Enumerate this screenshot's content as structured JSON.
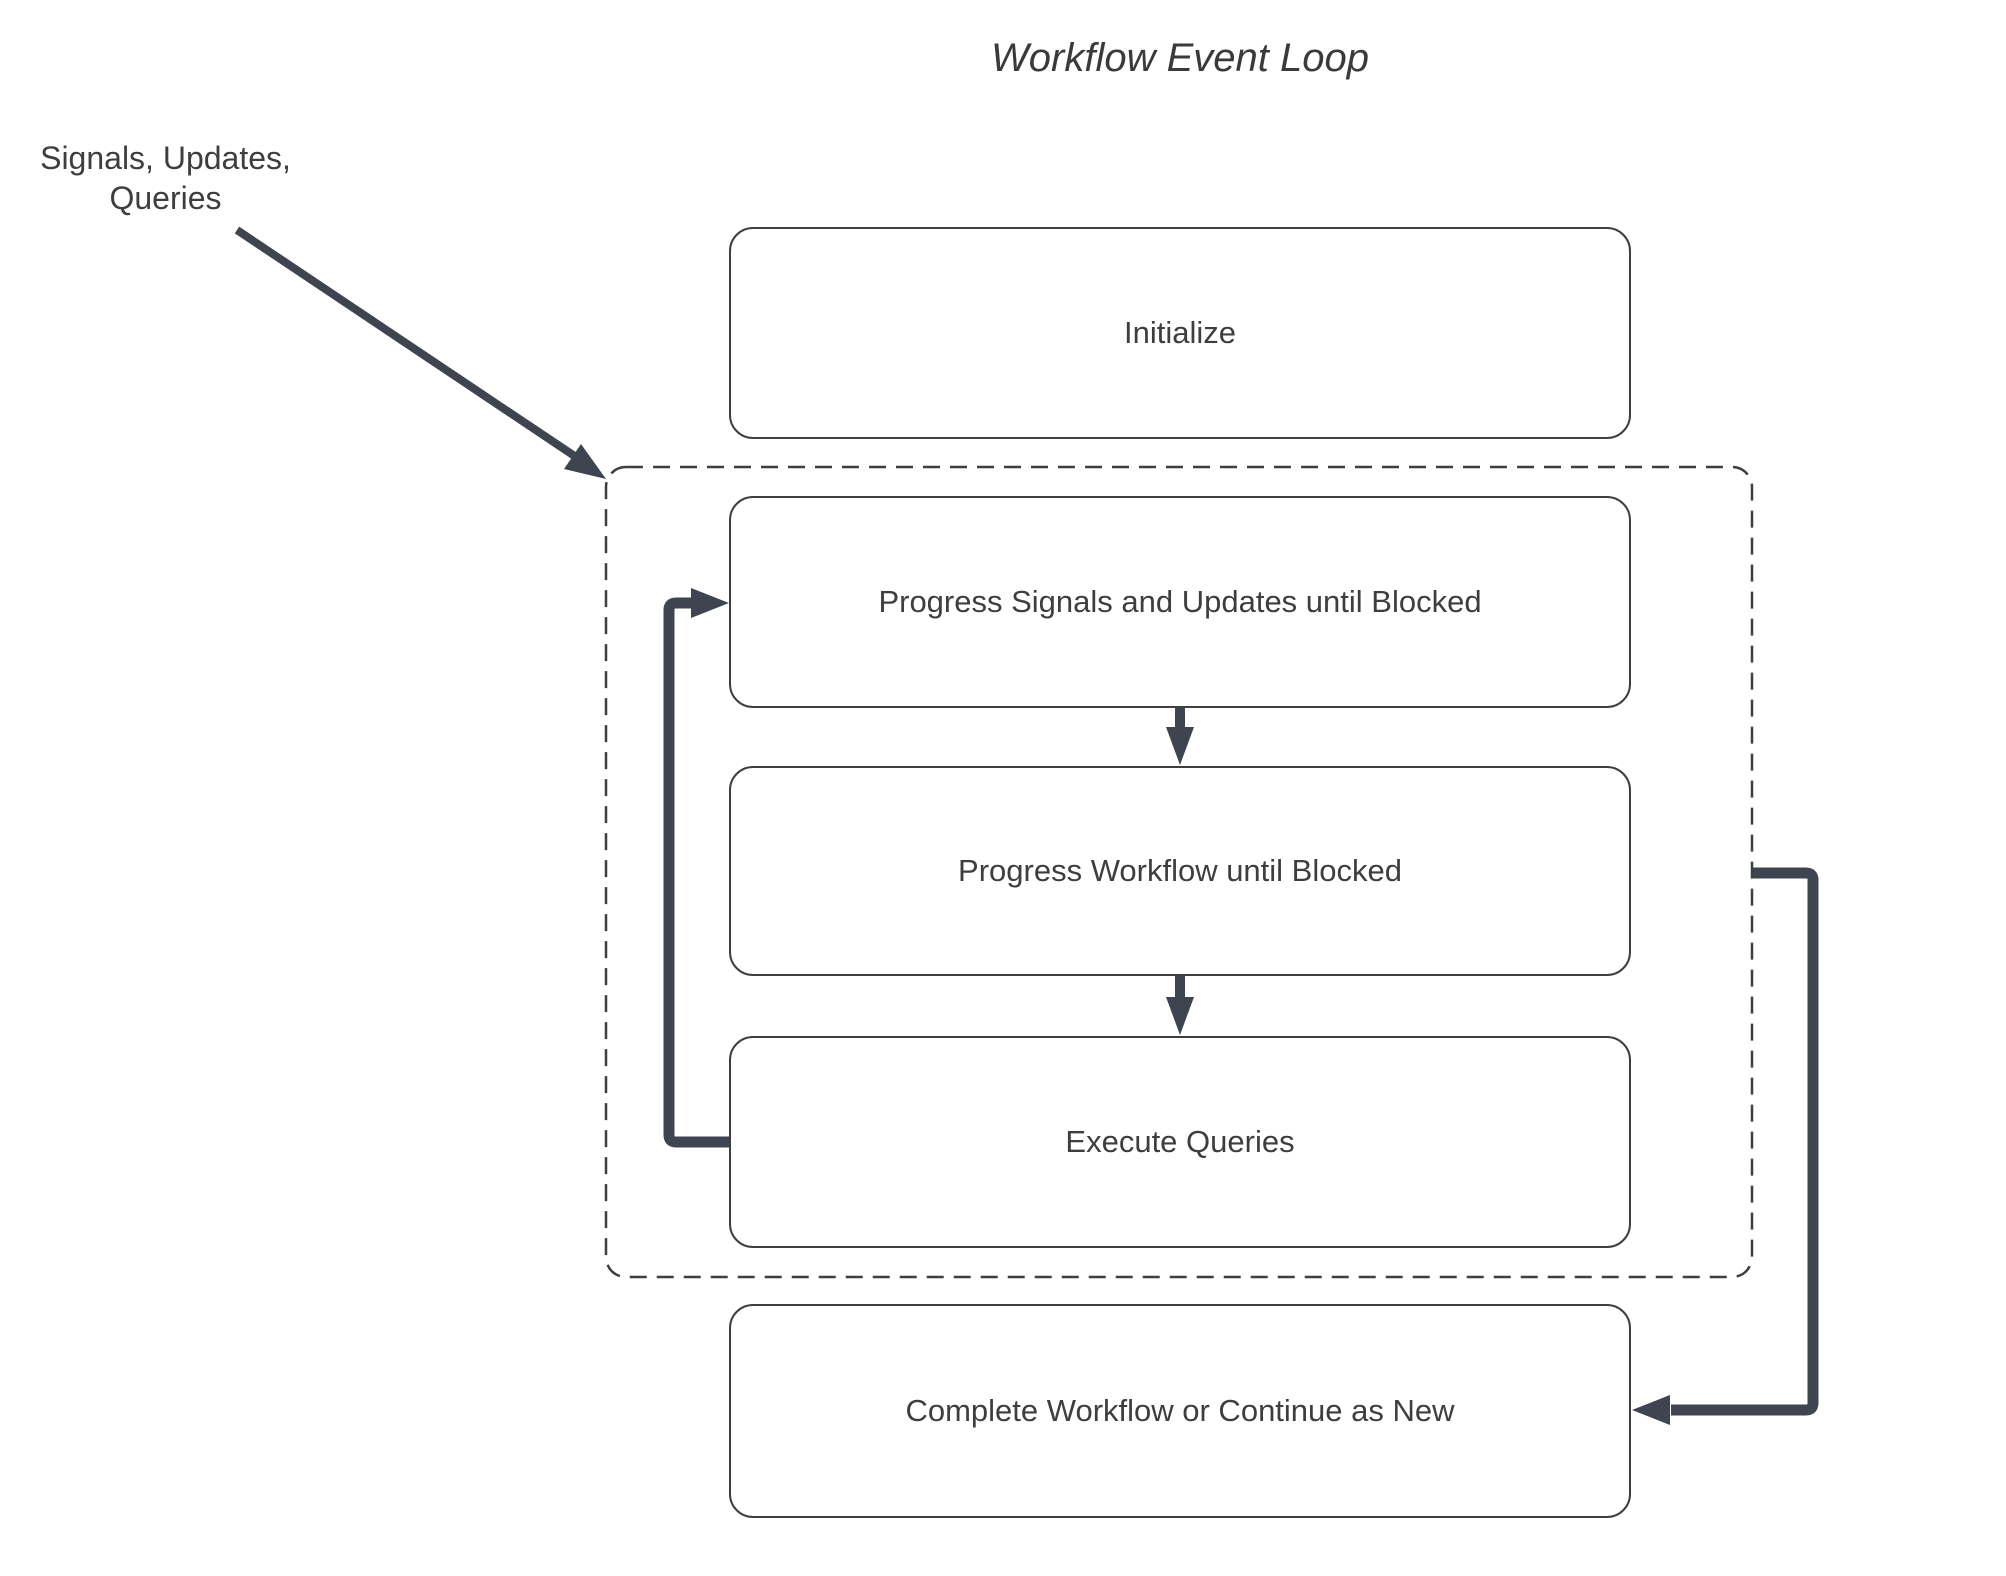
{
  "title": "Workflow Event Loop",
  "external_label": {
    "line1": "Signals, Updates,",
    "line2": "Queries"
  },
  "nodes": {
    "initialize": {
      "label": "Initialize"
    },
    "progress_signals": {
      "label": "Progress Signals and Updates until Blocked"
    },
    "progress_workflow": {
      "label": "Progress Workflow until Blocked"
    },
    "execute_queries": {
      "label": "Execute Queries"
    },
    "complete": {
      "label": "Complete Workflow or Continue as New"
    }
  },
  "edges": [
    {
      "from": "Signals, Updates, Queries",
      "to": "event-loop-boundary",
      "style": "thin-arrow"
    },
    {
      "from": "Progress Signals and Updates until Blocked",
      "to": "Progress Workflow until Blocked",
      "style": "thin-arrow"
    },
    {
      "from": "Progress Workflow until Blocked",
      "to": "Execute Queries",
      "style": "thin-arrow"
    },
    {
      "from": "Execute Queries",
      "to": "Progress Signals and Updates until Blocked",
      "style": "thick-arrow-loop-back"
    },
    {
      "from": "event-loop-boundary",
      "to": "Complete Workflow or Continue as New",
      "style": "thick-arrow"
    }
  ],
  "colors": {
    "background": "#ffffff",
    "node_fill": "#ffffff",
    "node_border": "#3f3f3f",
    "dashed_boundary": "#3f3f3f",
    "arrow": "#3e4450",
    "text": "#3e3e3e"
  }
}
